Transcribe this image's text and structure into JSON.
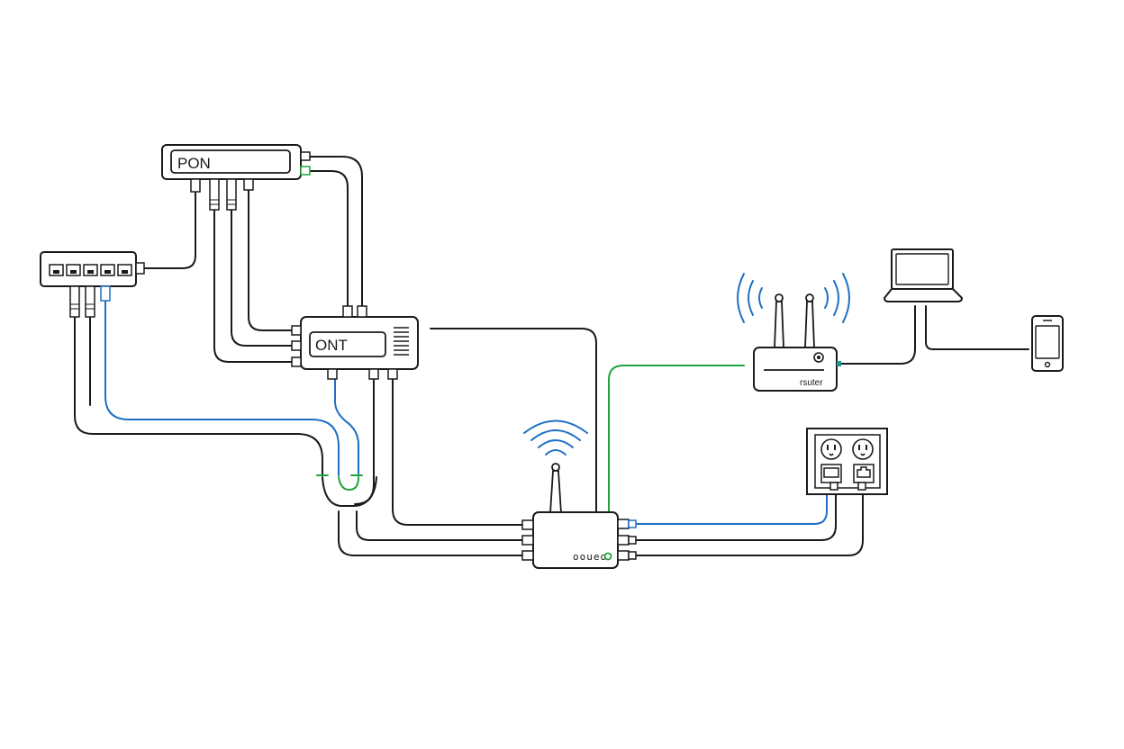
{
  "devices": {
    "pon": {
      "label": "PON"
    },
    "ont": {
      "label": "ONT"
    },
    "router": {
      "label": "rsuter"
    },
    "gateway": {
      "label": "ooueo"
    }
  },
  "icons": {
    "switch": "ethernet-switch-icon",
    "router_waves": "wifi-waves-icon",
    "laptop": "laptop-icon",
    "phone": "smartphone-icon",
    "outlet": "wall-outlet-icon"
  },
  "colors": {
    "line": "#1a1a1a",
    "blue": "#1f6fc4",
    "green": "#21a33b",
    "teal": "#139c8f"
  }
}
